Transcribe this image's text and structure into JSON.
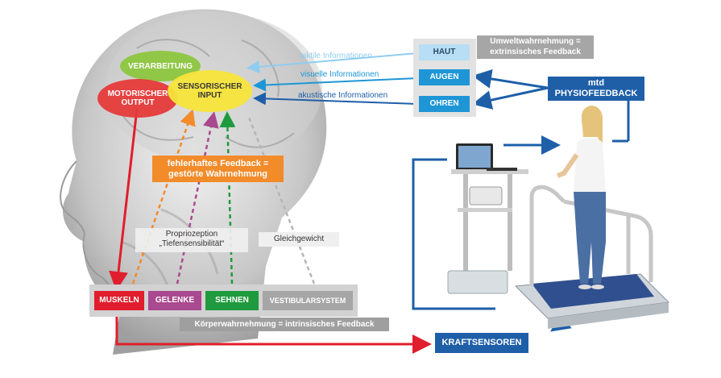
{
  "brain": {
    "verarbeitung": "VERARBEITUNG",
    "motorischer_output_1": "MOTORISCHER",
    "motorischer_output_2": "OUTPUT",
    "sensorischer_input_1": "SENSORISCHER",
    "sensorischer_input_2": "INPUT"
  },
  "feedback_box": {
    "line1": "fehlerhaftes Feedback =",
    "line2": "gestörte Wahrnehmung"
  },
  "propriozeption": {
    "line1": "Propriozeption",
    "line2": "„Tiefensensibilität“"
  },
  "gleichgewicht": "Gleichgewicht",
  "receptors": {
    "muskeln": "MUSKELN",
    "gelenke": "GELENKE",
    "sehnen": "SEHNEN",
    "vestibular": "VESTIBULARSYSTEM"
  },
  "koerperwahrnehmung": "Körperwahrnehmung = intrinsisches Feedback",
  "senses": {
    "haut": "HAUT",
    "augen": "AUGEN",
    "ohren": "OHREN"
  },
  "info_labels": {
    "taktile": "taktile Informationen",
    "visuelle": "visuelle Informationen",
    "akustische": "akustische Informationen"
  },
  "umwelt": {
    "line1": "Umweltwahrnehmung =",
    "line2": "extrinsisches Feedback"
  },
  "physiofeedback": {
    "line1": "mtd",
    "line2": "PHYSIOFEEDBACK"
  },
  "kraftsensoren": "KRAFTSENSOREN",
  "colors": {
    "verarbeitung": "#8dc63f",
    "motorisch": "#e63a3a",
    "sensorisch": "#f7e53a",
    "orange": "#f28b2a",
    "muskeln": "#e01e2d",
    "gelenke": "#a9498f",
    "sehnen": "#1f9a3e",
    "vestibular": "#a6a6a6",
    "blue": "#1e5fa8",
    "light_blue": "#1e96d6",
    "haut": "#b7def5"
  }
}
